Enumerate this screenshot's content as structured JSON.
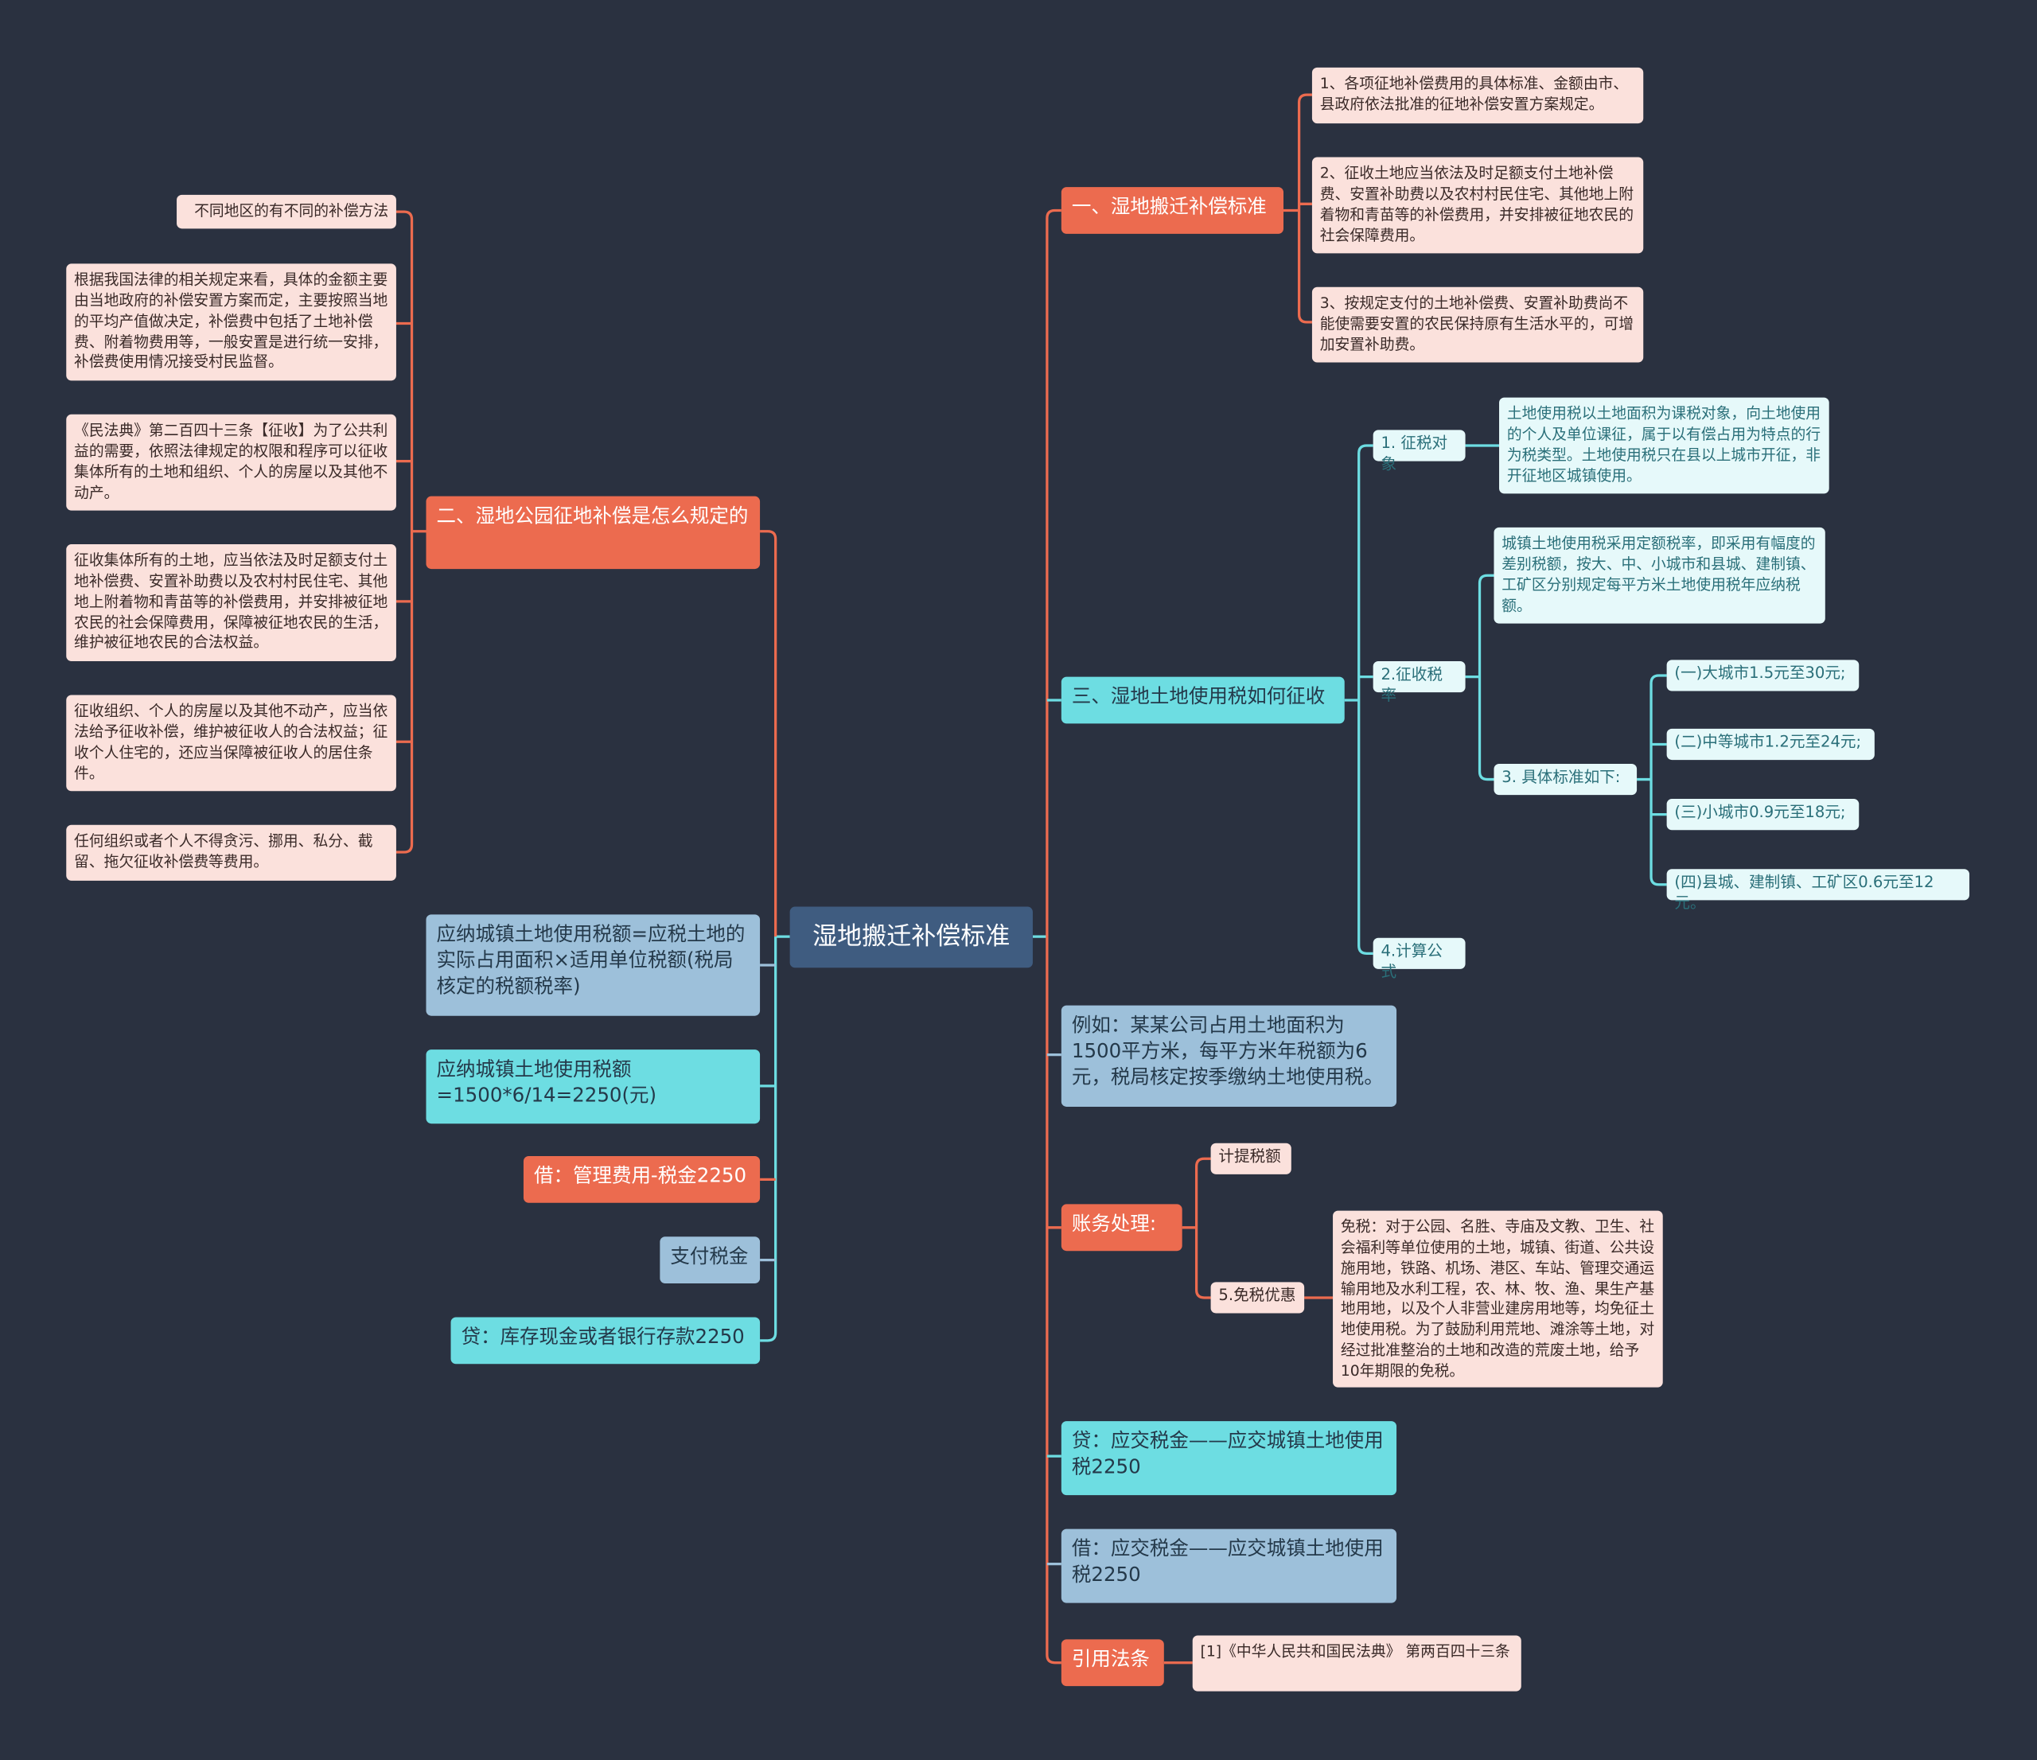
{
  "root": "湿地搬迁补偿标准",
  "right": {
    "b1": {
      "title": "一、湿地搬迁补偿标准",
      "items": [
        "1、各项征地补偿费用的具体标准、金额由市、县政府依法批准的征地补偿安置方案规定。",
        "2、征收土地应当依法及时足额支付土地补偿费、安置补助费以及农村村民住宅、其他地上附着物和青苗等的补偿费用，并安排被征地农民的社会保障费用。",
        "3、按规定支付的土地补偿费、安置补助费尚不能使需要安置的农民保持原有生活水平的，可增加安置补助费。"
      ]
    },
    "b3": {
      "title": "三、湿地土地使用税如何征收",
      "obj_label": "1. 征税对象",
      "obj_text": "土地使用税以土地面积为课税对象，向土地使用的个人及单位课征，属于以有偿占用为特点的行为税类型。土地使用税只在县以上城市开征，非开征地区城镇使用。",
      "rate_label": "2.征收税率",
      "rate_text": "城镇土地使用税采用定额税率，即采用有幅度的差别税额，按大、中、小城市和县城、建制镇、工矿区分别规定每平方米土地使用税年应纳税额。",
      "std_label": "3. 具体标准如下:",
      "std_items": [
        "(一)大城市1.5元至30元;",
        "(二)中等城市1.2元至24元;",
        "(三)小城市0.9元至18元;",
        "(四)县城、建制镇、工矿区0.6元至12元。"
      ],
      "formula_label": "4.计算公式"
    },
    "example": "例如：某某公司占用土地面积为1500平方米，每平方米年税额为6元，税局核定按季缴纳土地使用税。",
    "accounting": {
      "title": "账务处理:",
      "c1": "计提税额",
      "c2": "5.免税优惠",
      "c2_text": "免税：对于公园、名胜、寺庙及文教、卫生、社会福利等单位使用的土地，城镇、街道、公共设施用地，铁路、机场、港区、车站、管理交通运输用地及水利工程，农、林、牧、渔、果生产基地用地，以及个人非营业建房用地等，均免征土地使用税。为了鼓励利用荒地、滩涂等土地，对经过批准整治的土地和改造的荒废土地，给予10年期限的免税。"
    },
    "credit": "贷：应交税金——应交城镇土地使用税2250",
    "debit": "借：应交税金——应交城镇土地使用税2250",
    "cite": {
      "title": "引用法条",
      "text": "[1]《中华人民共和国民法典》 第两百四十三条"
    }
  },
  "left": {
    "b2": {
      "title": "二、湿地公园征地补偿是怎么规定的",
      "items": [
        "不同地区的有不同的补偿方法",
        "根据我国法律的相关规定来看，具体的金额主要由当地政府的补偿安置方案而定，主要按照当地的平均产值做决定，补偿费中包括了土地补偿费、附着物费用等，一般安置是进行统一安排，补偿费使用情况接受村民监督。",
        "《民法典》第二百四十三条【征收】为了公共利益的需要，依照法律规定的权限和程序可以征收集体所有的土地和组织、个人的房屋以及其他不动产。",
        "征收集体所有的土地，应当依法及时足额支付土地补偿费、安置补助费以及农村村民住宅、其他地上附着物和青苗等的补偿费用，并安排被征地农民的社会保障费用，保障被征地农民的生活，维护被征地农民的合法权益。",
        "征收组织、个人的房屋以及其他不动产，应当依法给予征收补偿，维护被征收人的合法权益；征收个人住宅的，还应当保障被征收人的居住条件。",
        "任何组织或者个人不得贪污、挪用、私分、截留、拖欠征收补偿费等费用。"
      ]
    },
    "formula1": "应纳城镇土地使用税额=应税土地的实际占用面积×适用单位税额(税局核定的税额税率)",
    "formula2": "应纳城镇土地使用税额=1500*6/14=2250(元)",
    "debit_mgmt": "借：管理费用-税金2250",
    "pay_tax": "支付税金",
    "credit_cash": "贷：库存现金或者银行存款2250"
  },
  "colors": {
    "background": "#2a3140",
    "orange": "#ec6b4f",
    "cyan": "#6ddde2",
    "blue": "#9dc0da",
    "pink": "#fbe1dc",
    "light_cyan": "#e6f9fa",
    "root": "#3f5c80"
  }
}
